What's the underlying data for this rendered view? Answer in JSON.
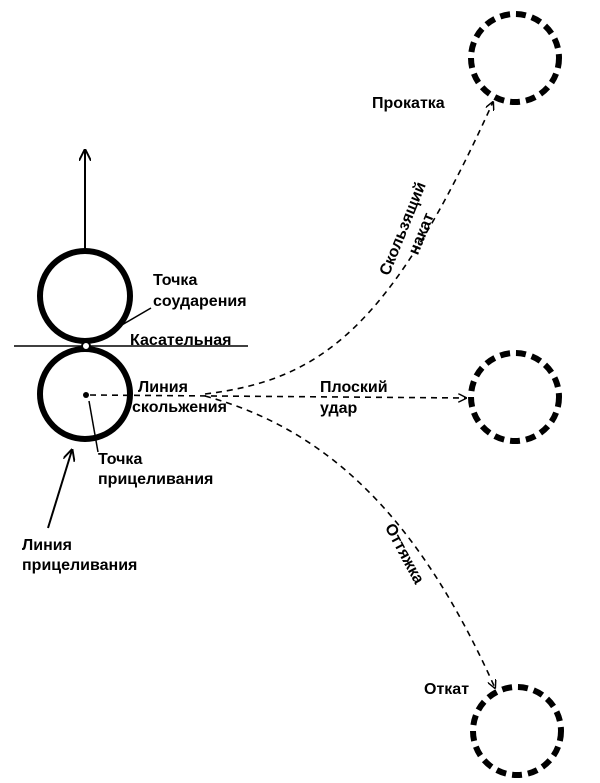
{
  "labels": {
    "contact_point": [
      "Точка",
      "соударения"
    ],
    "tangent": "Касательная",
    "slide_line": [
      "Линия",
      "скольжения"
    ],
    "aim_point": [
      "Точка",
      "прицеливания"
    ],
    "aim_line": [
      "Линия",
      "прицеливания"
    ],
    "roll": "Прокатка",
    "sliding_roll": [
      "Скользящий",
      "накат"
    ],
    "flat_shot": [
      "Плоский",
      "удар"
    ],
    "draw": "Оттяжка",
    "recoil": "Откат"
  },
  "colors": {
    "ink": "#000000",
    "background": "#ffffff"
  }
}
